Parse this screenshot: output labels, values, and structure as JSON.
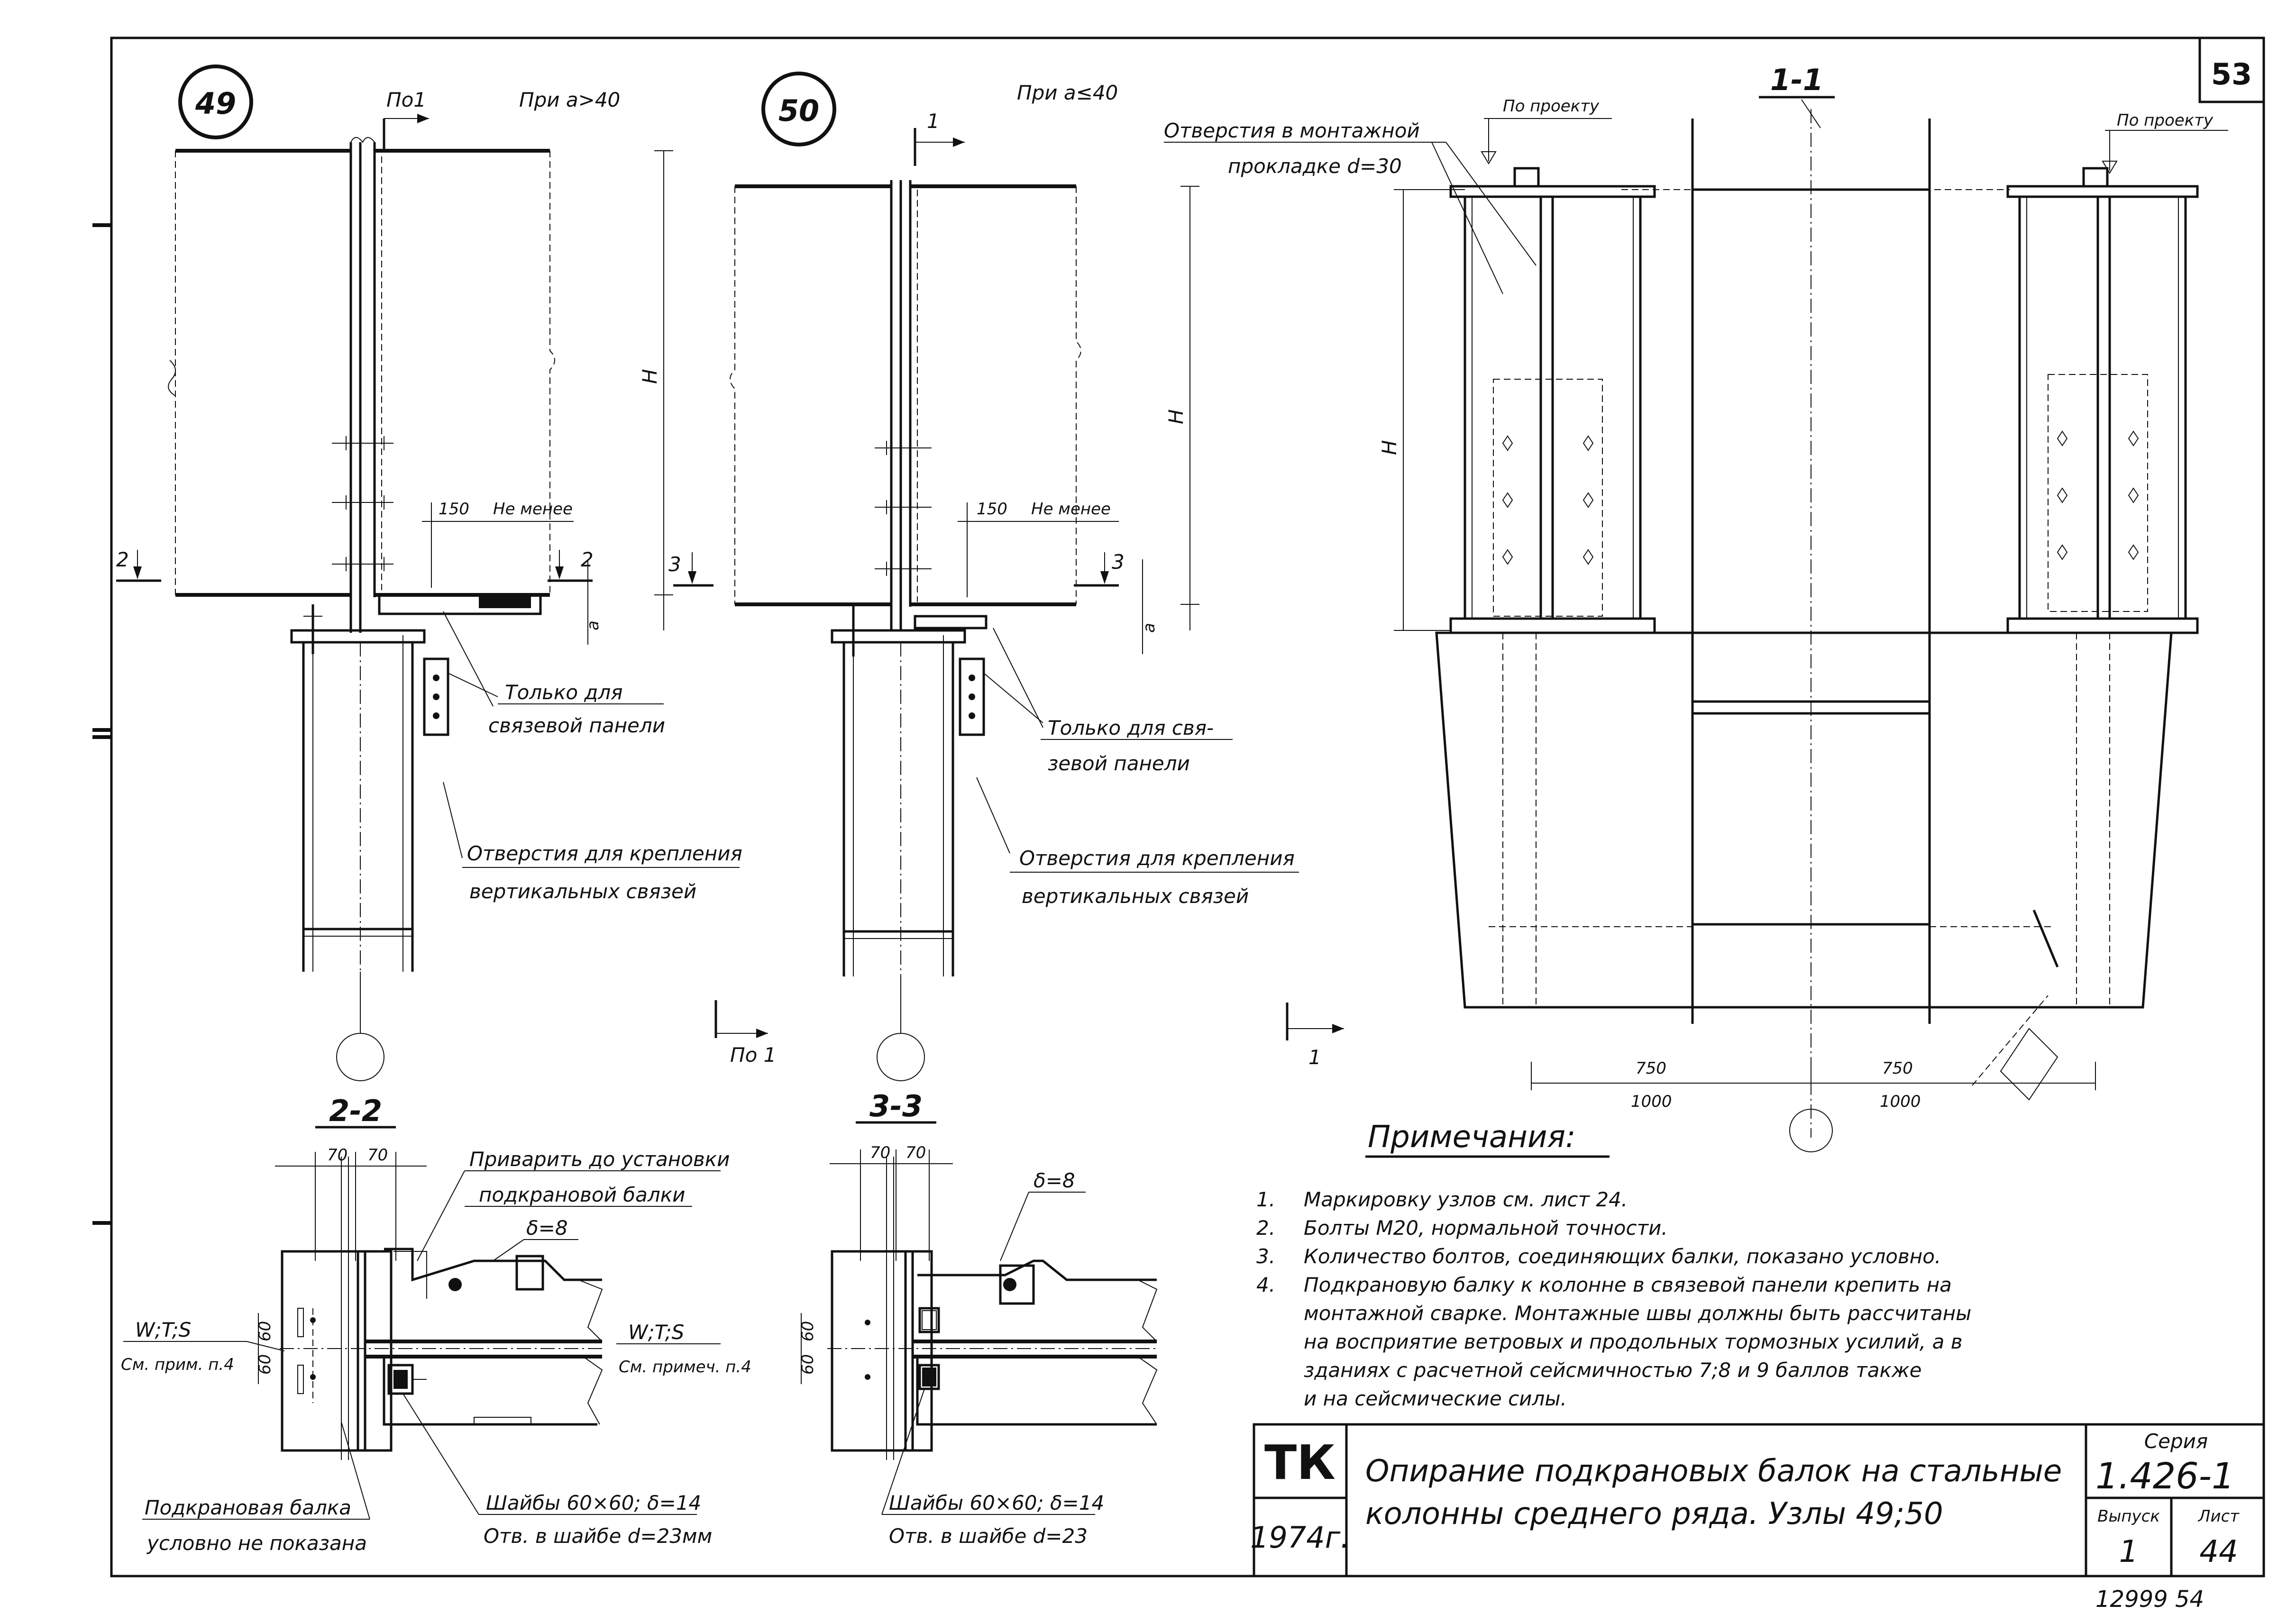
{
  "sheet": {
    "page_number": "53",
    "stamp_number": "12999 54"
  },
  "node49": {
    "number": "49",
    "condition": "При a>40",
    "section_mark": "По1",
    "section_mark_bottom": "По 1",
    "dim_150": "150",
    "not_less": "Не менее",
    "h_label": "H",
    "a_label": "a",
    "cut_mark": "2",
    "callout_bracing_1": "Только для",
    "callout_bracing_2": "связевой панели",
    "callout_holes_1": "Отверстия для крепления",
    "callout_holes_2": "вертикальных связей"
  },
  "node50": {
    "number": "50",
    "condition": "При a≤40",
    "section_mark": "1",
    "section_mark_bottom": "1",
    "dim_150": "150",
    "not_less": "Не менее",
    "h_label": "H",
    "a_label": "a",
    "cut_mark": "3",
    "callout_bracing_1": "Только для свя-",
    "callout_bracing_2": "зевой панели",
    "callout_holes_1": "Отверстия для крепления",
    "callout_holes_2": "вертикальных связей"
  },
  "section11": {
    "title": "1-1",
    "holes_note_1": "Отверстия в монтажной",
    "holes_note_2": "прокладке d=30",
    "by_project_left": "По проекту",
    "by_project_right": "По проекту",
    "h_label": "H",
    "dim_left_top": "750",
    "dim_left_bottom": "1000",
    "dim_right_top": "750",
    "dim_right_bottom": "1000"
  },
  "section22": {
    "title": "2-2",
    "dim_a": "70",
    "dim_b": "70",
    "dim_60a": "60",
    "dim_60b": "60",
    "weld_note_1": "Приварить до установки",
    "weld_note_2": "подкрановой балки",
    "plate_thickness": "δ=8",
    "wts_left": "W;T;S",
    "see_note_left": "См. прим. п.4",
    "wts_right": "W;T;S",
    "see_note_right": "См. примеч. п.4",
    "beam_note_1": "Подкрановая балка",
    "beam_note_2": "условно не показана",
    "washers_1": "Шайбы 60×60; δ=14",
    "washers_2": "Отв. в шайбе d=23мм"
  },
  "section33": {
    "title": "3-3",
    "dim_a": "70",
    "dim_b": "70",
    "dim_60a": "60",
    "dim_60b": "60",
    "plate_thickness": "δ=8",
    "washers_1": "Шайбы 60×60; δ=14",
    "washers_2": "Отв. в шайбе d=23"
  },
  "notes": {
    "heading": "Примечания:",
    "items": [
      {
        "num": "1.",
        "text": "Маркировку узлов см. лист 24."
      },
      {
        "num": "2.",
        "text": "Болты М20, нормальной точности."
      },
      {
        "num": "3.",
        "text": "Количество болтов, соединяющих балки, показано условно."
      },
      {
        "num": "4.",
        "text": "Подкрановую балку к колонне в связевой панели крепить на"
      },
      {
        "num": "",
        "text": "монтажной сварке. Монтажные швы должны быть рассчитаны"
      },
      {
        "num": "",
        "text": "на восприятие ветровых и продольных тормозных усилий, а в"
      },
      {
        "num": "",
        "text": "зданиях с расчетной сейсмичностью 7;8 и 9 баллов также"
      },
      {
        "num": "",
        "text": "и на сейсмические силы."
      }
    ]
  },
  "title_block": {
    "org": "ТК",
    "year": "1974г.",
    "title_line1": "Опирание подкрановых балок на стальные",
    "title_line2": "колонны среднего ряда. Узлы 49;50",
    "series_label": "Серия",
    "series_value": "1.426-1",
    "issue_label": "Выпуск",
    "issue_value": "1",
    "sheet_label": "Лист",
    "sheet_value": "44"
  }
}
